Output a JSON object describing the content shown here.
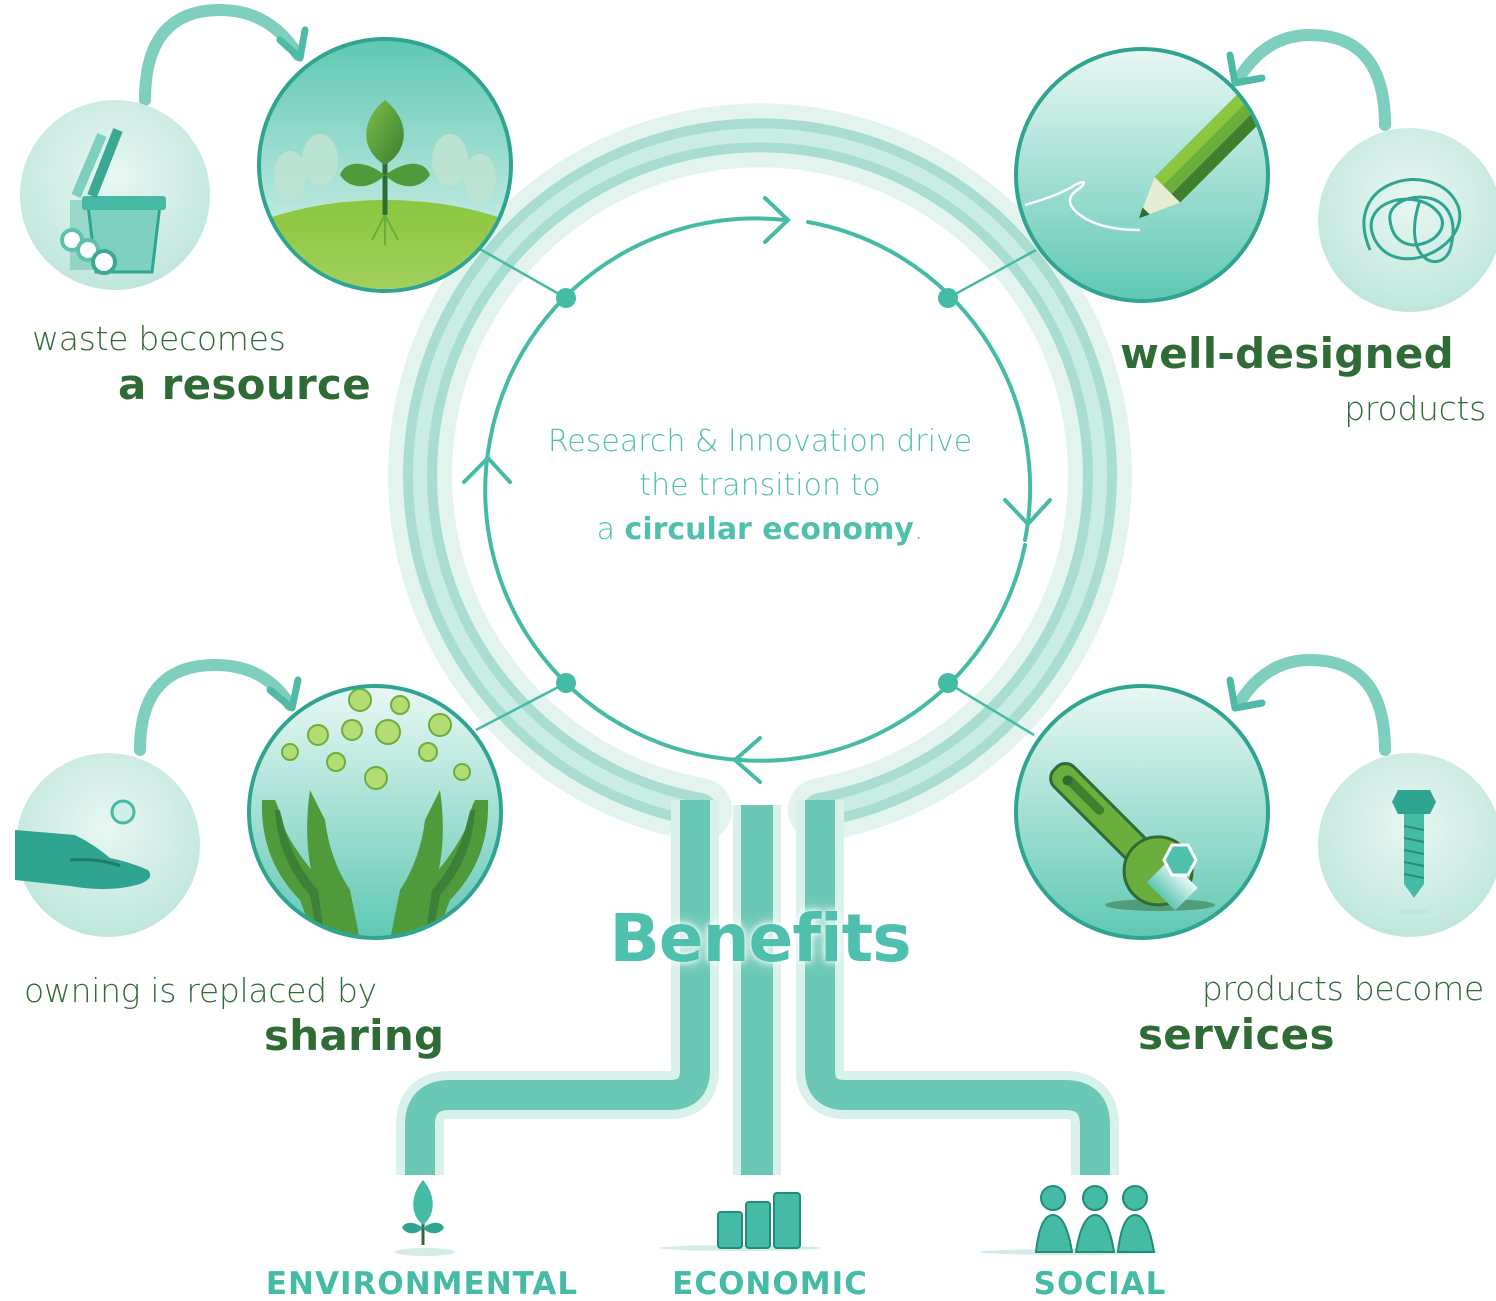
{
  "colors": {
    "teal": "#4fc0ad",
    "teal_light": "#c4e9e1",
    "teal_bg": "#d8f1eb",
    "green_dark": "#2f6b35",
    "green_mid": "#6aae3e",
    "green_light": "#a8d36e"
  },
  "center": {
    "line1": "Research & Innovation drive",
    "line2": "the transition to",
    "line3_prefix": "a ",
    "line3_bold": "circular economy",
    "line3_suffix": "."
  },
  "principles": [
    {
      "id": "resource",
      "small": "waste becomes",
      "big": "a resource",
      "icons": [
        "trash-bin-icon",
        "plant-sprout-icon"
      ]
    },
    {
      "id": "design",
      "small": "products",
      "big": "well-designed",
      "icons": [
        "scribble-icon",
        "pencil-icon"
      ]
    },
    {
      "id": "sharing",
      "small": "owning is replaced by",
      "big": "sharing",
      "icons": [
        "open-hand-coin-icon",
        "hands-coins-icon"
      ]
    },
    {
      "id": "services",
      "small": "products become",
      "big": "services",
      "icons": [
        "bolt-icon",
        "wrench-icon"
      ]
    }
  ],
  "benefits": {
    "title": "Benefits",
    "items": [
      {
        "label": "ENVIRONMENTAL",
        "icon": "plant-icon"
      },
      {
        "label": "ECONOMIC",
        "icon": "bar-chart-icon"
      },
      {
        "label": "SOCIAL",
        "icon": "people-icon"
      }
    ]
  }
}
